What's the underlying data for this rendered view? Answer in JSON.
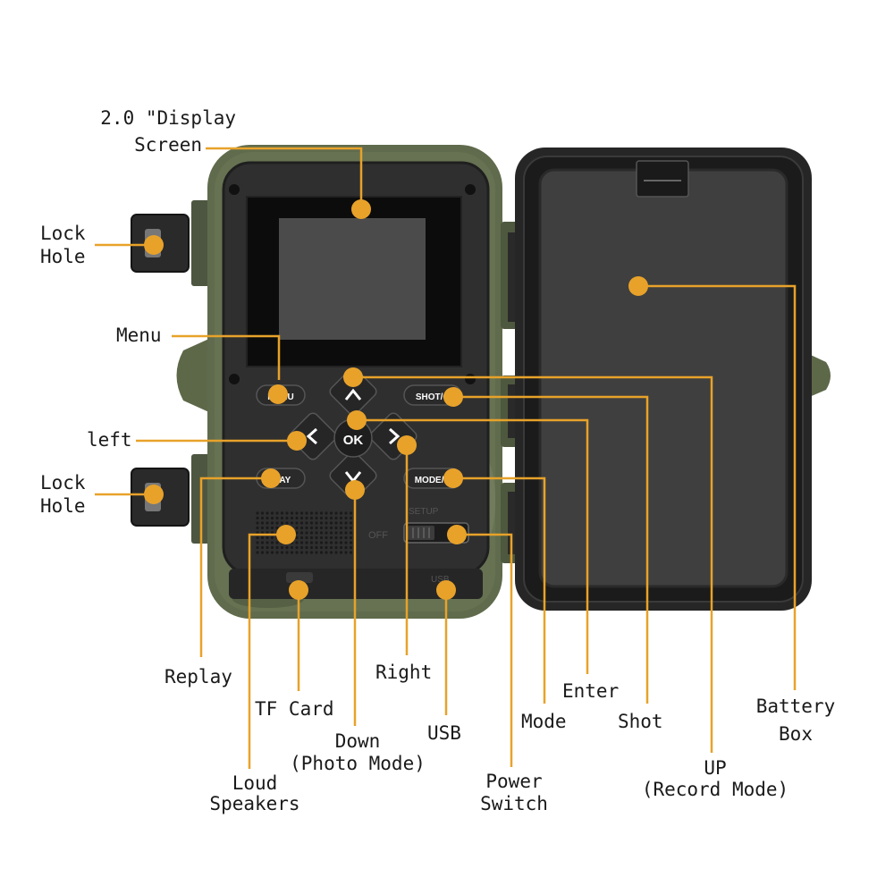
{
  "colors": {
    "callout": "#e8a22a",
    "camo_green": "#5f6b4c",
    "panel": "#2e2e2e",
    "button": "#2a2a2a",
    "button_text": "#ffffff"
  },
  "device": {
    "button_menu": "MENU",
    "button_shot": "SHOT/O",
    "button_replay": "R AY",
    "button_mode": "MODE/O",
    "button_ok": "OK",
    "switch_setup": "SETUP",
    "switch_off": "OFF",
    "port_usb": "USB"
  },
  "labels": {
    "display_line1": "2.0 \"Display",
    "display_line2": "Screen",
    "lock_hole_top_line1": "Lock",
    "lock_hole_top_line2": "Hole",
    "menu": "Menu",
    "left": "left",
    "lock_hole_bottom_line1": "Lock",
    "lock_hole_bottom_line2": "Hole",
    "replay": "Replay",
    "tf_card": "TF Card",
    "down_line1": "Down",
    "down_line2": "(Photo Mode)",
    "loud_speakers_line1": "Loud",
    "loud_speakers_line2": "Speakers",
    "right": "Right",
    "usb": "USB",
    "power_switch_line1": "Power",
    "power_switch_line2": "Switch",
    "mode": "Mode",
    "enter": "Enter",
    "shot": "Shot",
    "up_line1": "UP",
    "up_line2": "(Record Mode)",
    "battery_box_line1": "Battery",
    "battery_box_line2": "Box"
  }
}
